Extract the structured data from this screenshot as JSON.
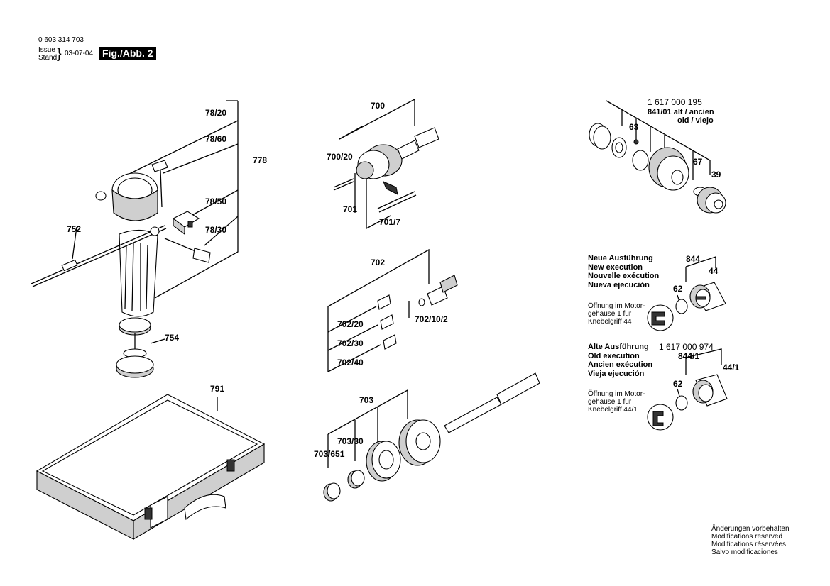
{
  "header": {
    "part_number": "0 603 314 703",
    "issue_label": "Issue",
    "stand_label": "Stand",
    "brace": "}",
    "date": "03-07-04",
    "fig_label": "Fig./Abb. 2"
  },
  "labels": {
    "l78_20": "78/20",
    "l78_60": "78/60",
    "l778": "778",
    "l78_50": "78/50",
    "l78_30": "78/30",
    "l752": "752",
    "l754": "754",
    "l791": "791",
    "l700": "700",
    "l700_20": "700/20",
    "l701": "701",
    "l701_7": "701/7",
    "l702": "702",
    "l702_20": "702/20",
    "l702_30": "702/30",
    "l702_40": "702/40",
    "l702_10_2": "702/10/2",
    "l703": "703",
    "l703_30": "703/30",
    "l703_651": "703/651",
    "pn_chuck": "1 617 000 195",
    "l841_01": "841/01 alt / ancien",
    "l841_old": "old / viejo",
    "l63": "63",
    "l67": "67",
    "l39": "39",
    "l844": "844",
    "l44": "44",
    "l62a": "62",
    "pn_old": "1 617 000 974",
    "l844_1": "844/1",
    "l44_1": "44/1",
    "l62b": "62"
  },
  "new_execution": {
    "lines": [
      "Neue Ausführung",
      "New execution",
      "Nouvelle exécution",
      "Nueva ejecución"
    ],
    "note": [
      "Öffnung im Motor-",
      "gehäuse 1 für",
      "Knebelgriff 44"
    ]
  },
  "old_execution": {
    "lines": [
      "Alte Ausführung",
      "Old execution",
      "Ancien exécution",
      "Vieja ejecución"
    ],
    "note": [
      "Öffnung im Motor-",
      "gehäuse 1 für",
      "Knebelgriff 44/1"
    ]
  },
  "footer": {
    "lines": [
      "Änderungen vorbehalten",
      "Modifications reserved",
      "Modifications réservées",
      "Salvo modificaciones"
    ]
  }
}
